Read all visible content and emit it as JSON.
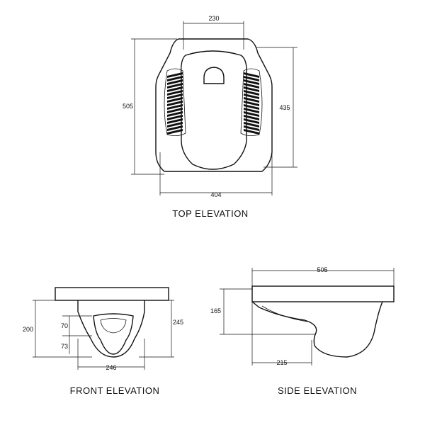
{
  "top_elevation": {
    "caption": "TOP ELEVATION",
    "dims": {
      "top_width": "230",
      "length": "505",
      "inner_length": "435",
      "base_width": "404"
    }
  },
  "front_elevation": {
    "caption": "FRONT ELEVATION",
    "dims": {
      "height": "200",
      "upper": "70",
      "lower": "73",
      "overall_height": "245",
      "width": "246"
    }
  },
  "side_elevation": {
    "caption": "SIDE ELEVATION",
    "dims": {
      "length": "505",
      "depth": "165",
      "base": "215"
    }
  }
}
